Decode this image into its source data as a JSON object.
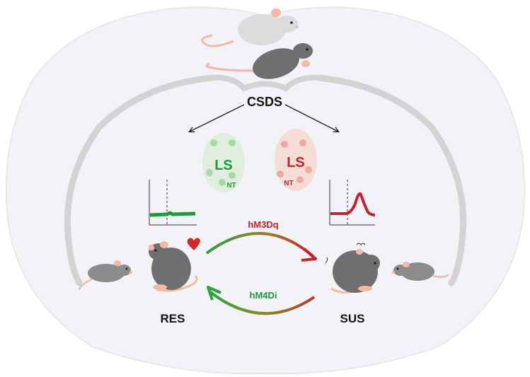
{
  "labels": {
    "csds": "CSDS",
    "ls_left": "LS",
    "nt_left": "NT",
    "ls_right": "LS",
    "nt_right": "NT",
    "hm3dq": "hM3Dq",
    "hm4di": "hM4Di",
    "res": "RES",
    "sus": "SUS"
  },
  "colors": {
    "green": "#1e9a3e",
    "red": "#c8202d",
    "mouse_gray": "#6f6f6f",
    "mouse_light": "#dcdcdc",
    "pink": "#f3b8a8",
    "brain_fill": "#f1f3f6",
    "brain_tract": "#d3d3d3"
  },
  "icons": {
    "heart": "heart-icon",
    "mice": "mouse-icon"
  }
}
